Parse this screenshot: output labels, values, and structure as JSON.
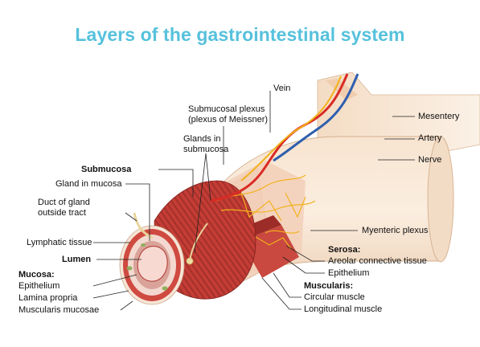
{
  "title": "Layers of the gastrointestinal system",
  "labels": {
    "vein": "Vein",
    "submucosal_plexus_1": "Submucosal plexus",
    "submucosal_plexus_2": "(plexus of Meissner)",
    "mesentery": "Mesentery",
    "artery": "Artery",
    "nerve": "Nerve",
    "glands_in_submucosa_1": "Glands in",
    "glands_in_submucosa_2": "submucosa",
    "submucosa": "Submucosa",
    "gland_in_mucosa": "Gland in mucosa",
    "duct_of_gland_1": "Duct of gland",
    "duct_of_gland_2": "outside tract",
    "myenteric_plexus": "Myenteric plexus",
    "serosa": "Serosa:",
    "areolar_connective_tissue": "Areolar connective tissue",
    "serosa_epithelium": "Epithelium",
    "lymphatic_tissue": "Lymphatic tissue",
    "lumen": "Lumen",
    "mucosa": "Mucosa:",
    "mucosa_epithelium": "Epithelium",
    "lamina_propria": "Lamina propria",
    "muscularis_mucosae": "Muscularis mucosae",
    "muscularis": "Muscularis:",
    "circular_muscle": "Circular muscle",
    "longitudinal_muscle": "Longitudinal muscle"
  },
  "colors": {
    "title": "#56c1dc",
    "muscle": "#c8413a",
    "muscle_dark": "#8f2421",
    "serosa": "#f2dcc6",
    "mesentery": "#f6e6d4",
    "artery": "#d92b25",
    "vein": "#2f5fae",
    "nerve": "#f2b21c",
    "lumen": "#f7d9d2"
  }
}
